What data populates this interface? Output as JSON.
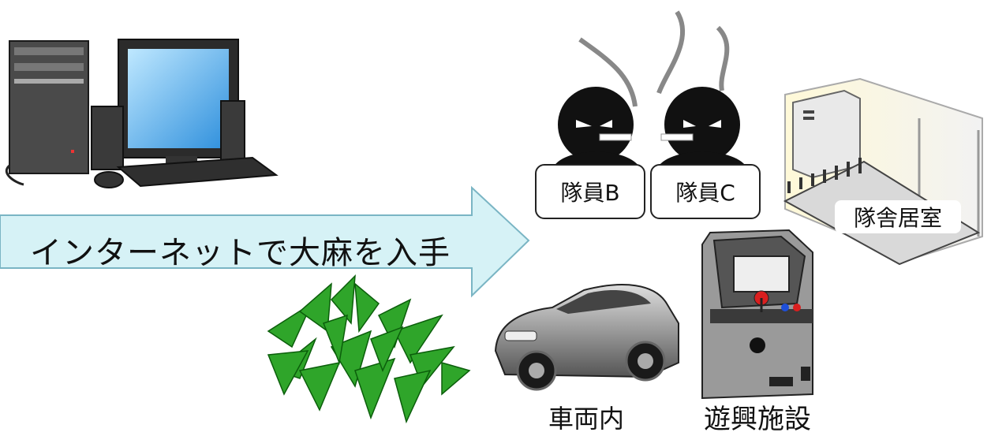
{
  "arrow": {
    "text": "インターネットで大麻を入手"
  },
  "members": [
    {
      "label": "隊員B"
    },
    {
      "label": "隊員C"
    }
  ],
  "locations": {
    "room": "隊舎居室",
    "car": "車両内",
    "amusement": "遊興施設"
  },
  "icons": [
    "desktop-computer-icon",
    "smoking-person-icon",
    "bunk-bed-room-icon",
    "cannabis-plant-icon",
    "car-icon",
    "arcade-machine-icon"
  ],
  "colors": {
    "arrow_fill": "#d6f2f6",
    "arrow_stroke": "#7ab5c4",
    "plant": "#2fa52a",
    "figure": "#111111"
  }
}
